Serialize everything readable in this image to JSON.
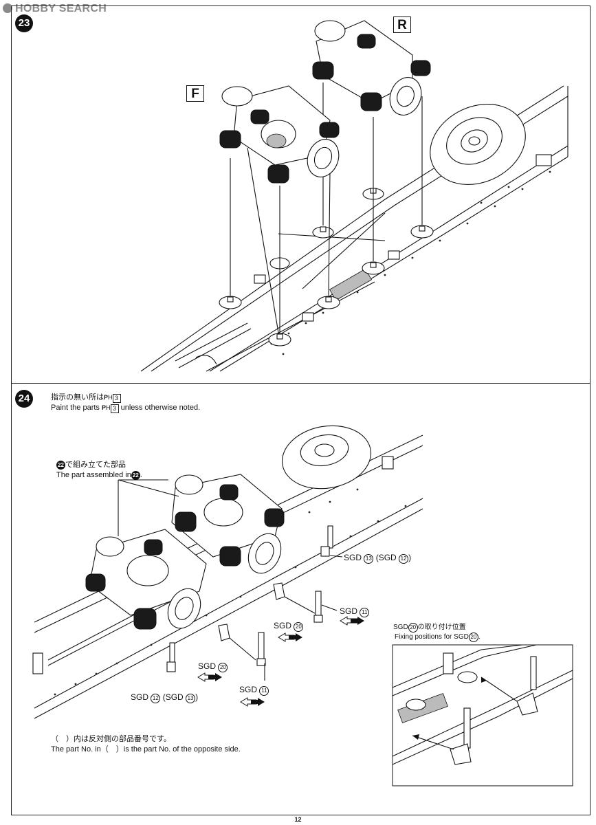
{
  "watermark": {
    "text": "HOBBY SEARCH"
  },
  "page_number": "12",
  "step23": {
    "number": "23",
    "label_front": "F",
    "label_rear": "R"
  },
  "step24": {
    "number": "24",
    "paint_jp_prefix": "指示の無い所は",
    "paint_code": "3",
    "paint_en_prefix": "Paint the parts",
    "paint_en_suffix": "unless otherwise noted.",
    "assembled_jp": "で組み立てた部品",
    "assembled_ref": "22",
    "assembled_en": "The part assembled in",
    "note_jp": "（　）内は反対側の部品番号です。",
    "note_en": "The part No. in（　）is the part No. of the opposite side.",
    "inset_title_jp": "の取り付け位置",
    "inset_title_en": "Fixing positions for",
    "parts": {
      "sgd": "SGD",
      "n11": "11",
      "n12": "12",
      "n13": "13",
      "n20": "20"
    }
  }
}
